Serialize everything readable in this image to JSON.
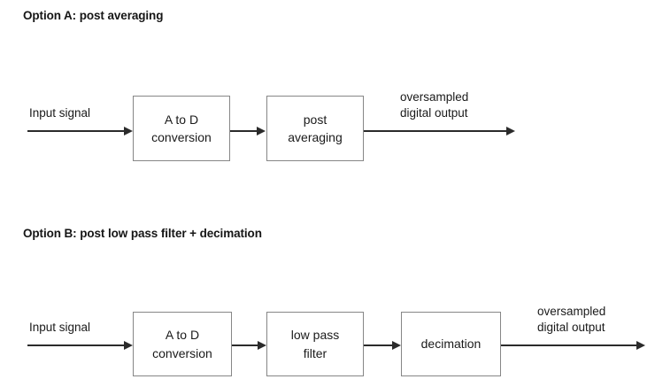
{
  "page": {
    "background_color": "#ffffff",
    "text_color": "#1a1a1a",
    "box_border_color": "#868686",
    "arrow_color": "#2b2b2b"
  },
  "diagrams": [
    {
      "id": "option-a",
      "title": "Option A: post averaging",
      "input_label": "Input signal",
      "output_label_line1": "oversampled",
      "output_label_line2": "digital output",
      "blocks": [
        {
          "id": "a-to-d",
          "line1": "A to D",
          "line2": "conversion"
        },
        {
          "id": "post-averaging",
          "line1": "post",
          "line2": "averaging"
        }
      ]
    },
    {
      "id": "option-b",
      "title": "Option B: post low pass filter + decimation",
      "input_label": "Input signal",
      "output_label_line1": "oversampled",
      "output_label_line2": "digital output",
      "blocks": [
        {
          "id": "a-to-d",
          "line1": "A to D",
          "line2": "conversion"
        },
        {
          "id": "low-pass-filter",
          "line1": "low pass",
          "line2": "filter"
        },
        {
          "id": "decimation",
          "line1": "decimation",
          "line2": ""
        }
      ]
    }
  ]
}
